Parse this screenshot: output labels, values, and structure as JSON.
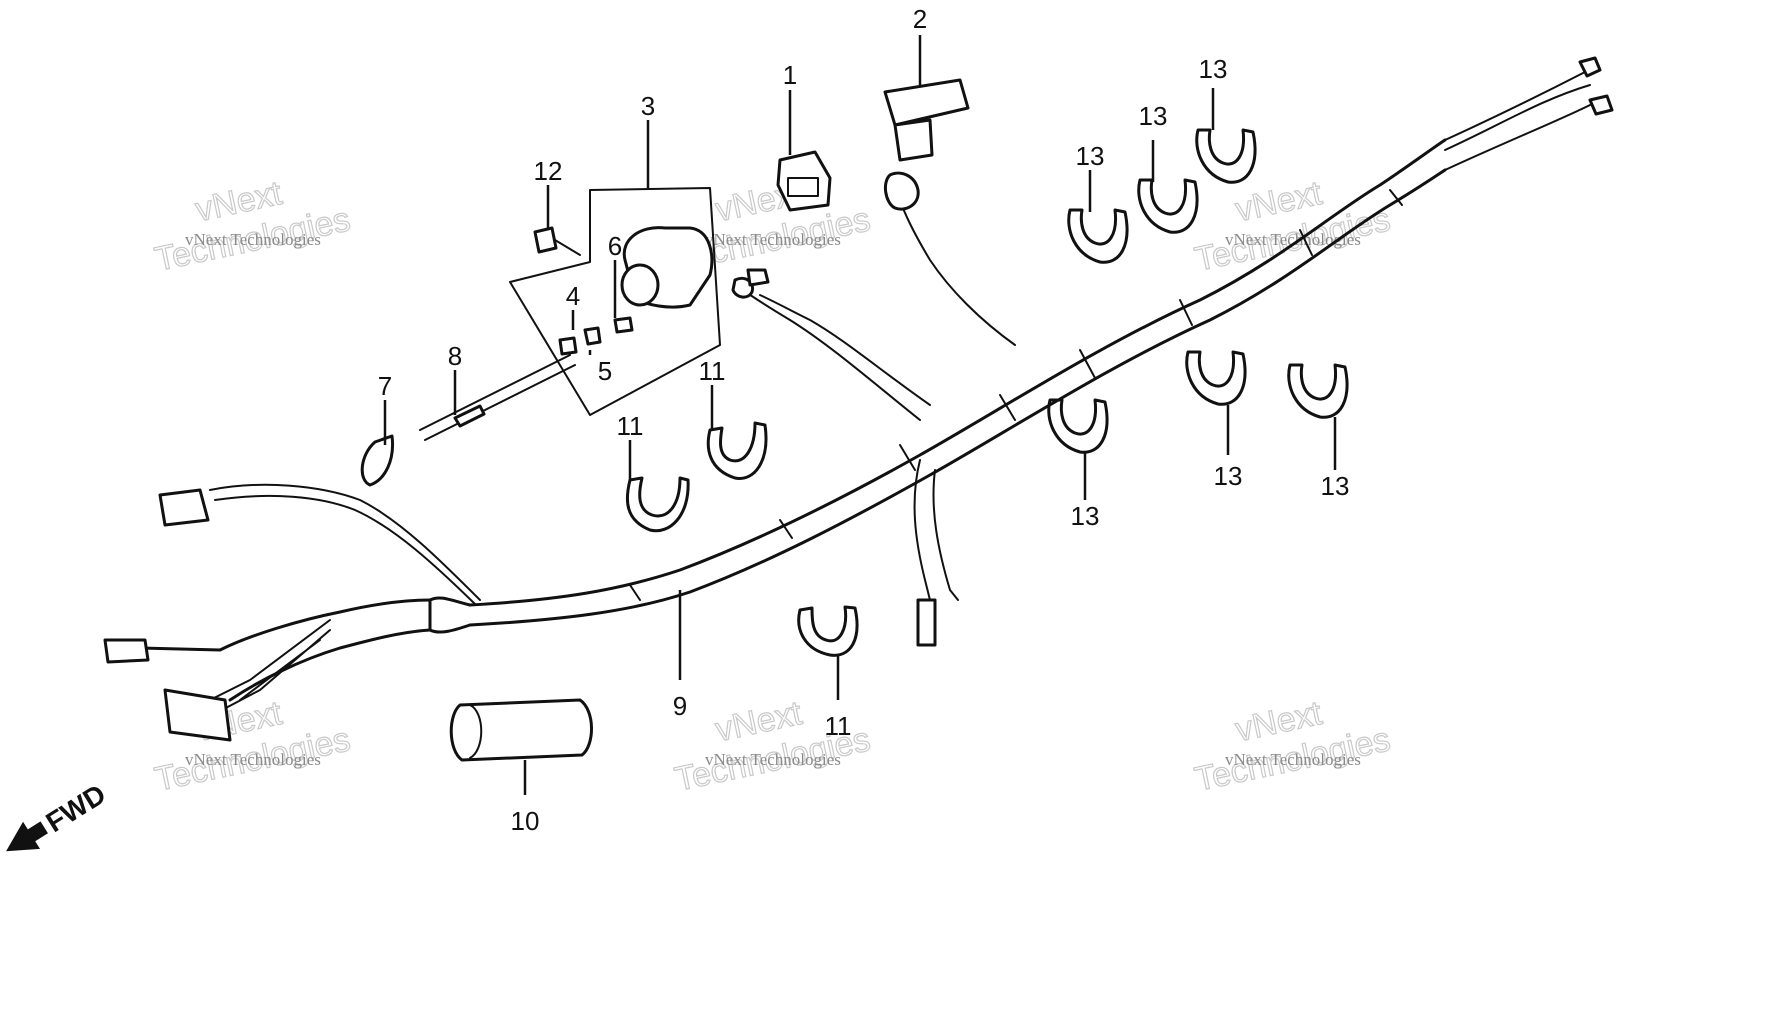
{
  "callouts": [
    {
      "num": "1"
    },
    {
      "num": "2"
    },
    {
      "num": "3"
    },
    {
      "num": "4"
    },
    {
      "num": "5"
    },
    {
      "num": "6"
    },
    {
      "num": "7"
    },
    {
      "num": "8"
    },
    {
      "num": "9"
    },
    {
      "num": "10"
    },
    {
      "num": "11"
    },
    {
      "num": "11"
    },
    {
      "num": "11"
    },
    {
      "num": "12"
    },
    {
      "num": "13"
    },
    {
      "num": "13"
    },
    {
      "num": "13"
    },
    {
      "num": "13"
    },
    {
      "num": "13"
    },
    {
      "num": "13"
    }
  ],
  "watermark": {
    "small": "vNext Technologies",
    "big_line1": "vNext",
    "big_line2": "Technologies"
  },
  "direction_label": "FWD"
}
